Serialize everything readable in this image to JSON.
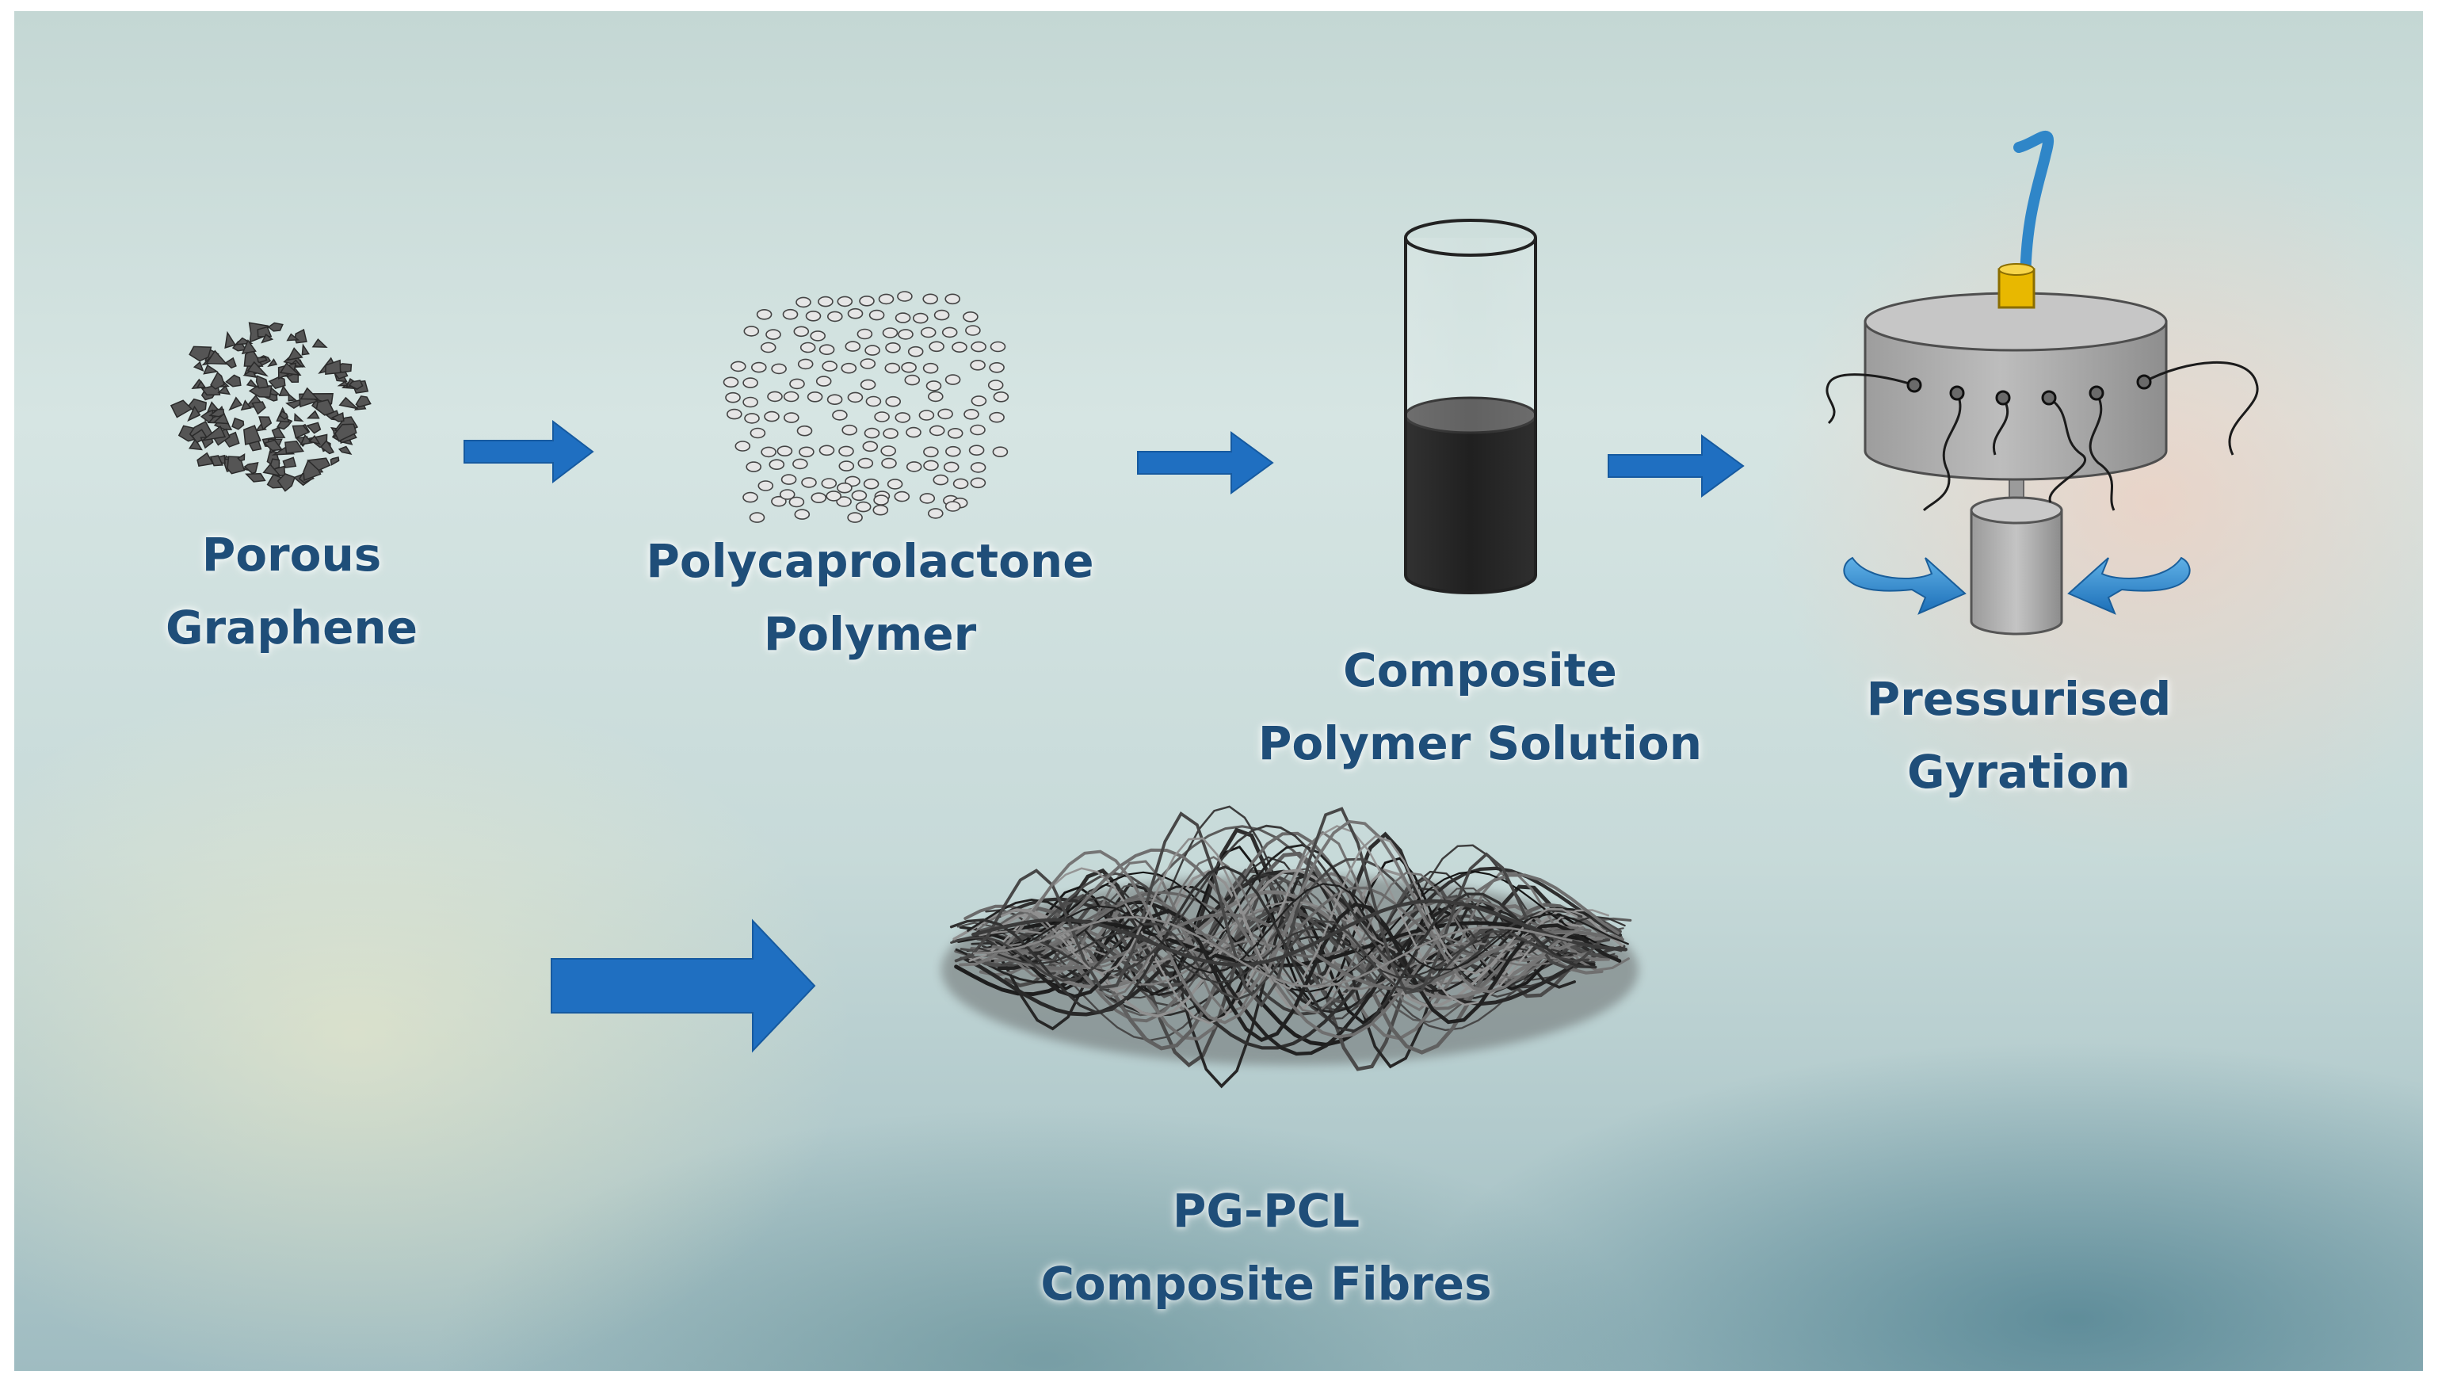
{
  "colors": {
    "arrow": "#1f6fc1",
    "label_text": "#1f4e79",
    "graphene_flake": "#555555",
    "polymer_bead": "#e6e6e6",
    "solution": "#111111",
    "vessel": "#b8b8b8",
    "connector": "#e8b800",
    "feed_tube": "#2f86c8"
  },
  "steps": [
    {
      "id": "porous-graphene",
      "icon": "graphene-flakes-icon",
      "lines": [
        "Porous",
        "Graphene"
      ]
    },
    {
      "id": "polycaprolactone-polymer",
      "icon": "polymer-beads-icon",
      "lines": [
        "Polycaprolactone",
        "Polymer"
      ]
    },
    {
      "id": "composite-polymer-solution",
      "icon": "solution-cylinder-icon",
      "lines": [
        "Composite",
        "Polymer Solution"
      ]
    },
    {
      "id": "pressurised-gyration",
      "icon": "gyration-vessel-icon",
      "lines": [
        "Pressurised",
        "Gyration"
      ]
    },
    {
      "id": "pg-pcl-composite-fibres",
      "icon": "fibre-mesh-icon",
      "lines": [
        "PG-PCL",
        "Composite Fibres"
      ]
    }
  ],
  "arrows": [
    {
      "from": "porous-graphene",
      "to": "polycaprolactone-polymer",
      "icon": "right-arrow-icon"
    },
    {
      "from": "polycaprolactone-polymer",
      "to": "composite-polymer-solution",
      "icon": "right-arrow-icon"
    },
    {
      "from": "composite-polymer-solution",
      "to": "pressurised-gyration",
      "icon": "right-arrow-icon"
    },
    {
      "from": "pressurised-gyration",
      "to": "pg-pcl-composite-fibres",
      "icon": "right-arrow-icon"
    }
  ]
}
